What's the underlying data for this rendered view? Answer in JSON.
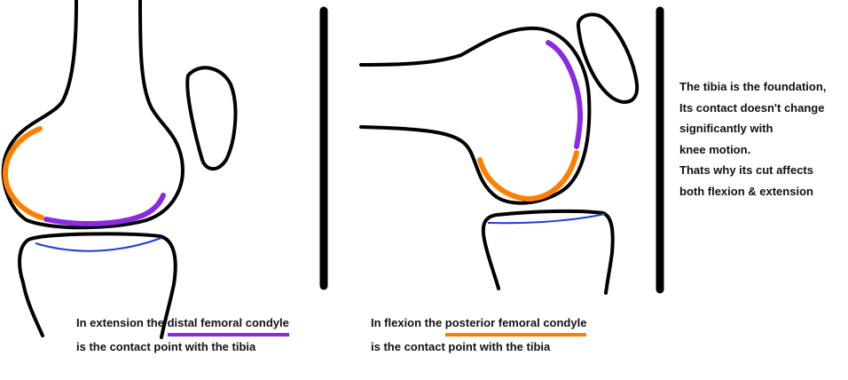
{
  "captions": {
    "extension": {
      "prefix": "In extension the ",
      "highlight": "distal femoral condyle",
      "line2": "is the contact point with the tibia",
      "highlight_color": "#8a2be2"
    },
    "flexion": {
      "prefix": "In flexion the ",
      "highlight": "posterior femoral condyle",
      "line2": "is the contact point with the tibia",
      "highlight_color": "#ff7f00"
    }
  },
  "side_note": {
    "lines": [
      "The tibia is the foundation,",
      "Its contact doesn't change",
      "significantly with",
      "knee motion.",
      "Thats why its cut affects",
      "both flexion & extension"
    ]
  },
  "colors": {
    "outline": "#000000",
    "distal_condyle": "#8a2be2",
    "posterior_condyle": "#ff7f00",
    "tibial_surface": "#1f3fd6"
  }
}
